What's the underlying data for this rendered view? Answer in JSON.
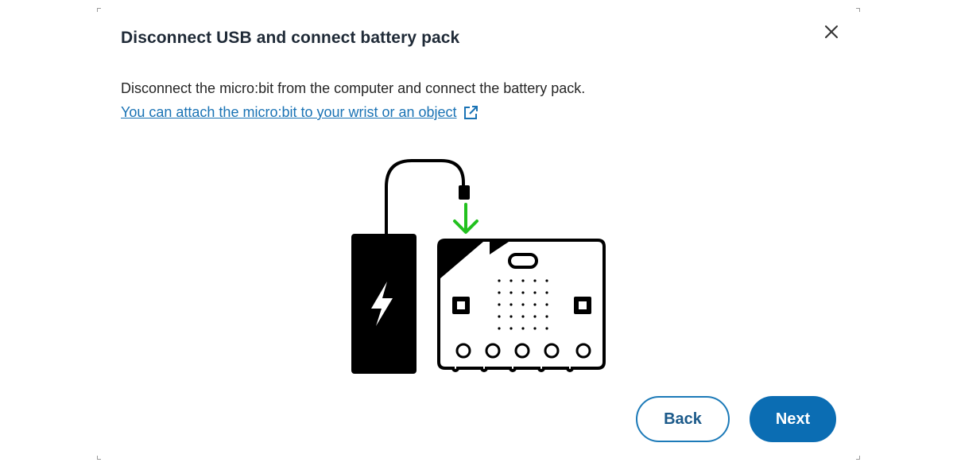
{
  "dialog": {
    "title": "Disconnect USB and connect battery pack",
    "body": "Disconnect the micro:bit from the computer and connect the battery pack.",
    "link_label": "You can attach the micro:bit to your wrist or an object",
    "link_icon": "external-link-icon",
    "close_icon": "close-icon",
    "illustration": "battery-pack-and-microbit-illustration",
    "buttons": {
      "back_label": "Back",
      "next_label": "Next"
    }
  },
  "colors": {
    "accent": "#0b6db3",
    "link": "#1a73b5",
    "arrow": "#22c11f",
    "title": "#1f2a37"
  }
}
